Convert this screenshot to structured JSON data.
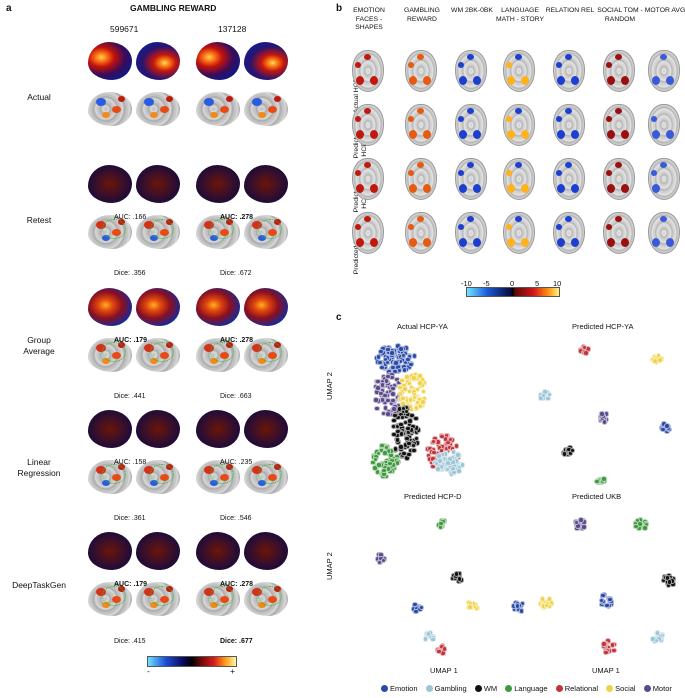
{
  "panel_a": {
    "label": "a",
    "title": "GAMBLING REWARD",
    "subjects": [
      "599671",
      "137128"
    ],
    "rows": [
      {
        "name": "Actual",
        "auc": [
          "",
          ""
        ],
        "dice": [
          "",
          ""
        ]
      },
      {
        "name": "Retest",
        "auc": [
          "AUC: .166",
          "AUC: .278"
        ],
        "dice": [
          "Dice: .356",
          "Dice: .672"
        ]
      },
      {
        "name": "Group Average",
        "auc": [
          "AUC: .179",
          "AUC: .278"
        ],
        "dice": [
          "Dice: .441",
          "Dice: .663"
        ]
      },
      {
        "name": "Linear Regression",
        "auc": [
          "AUC: .158",
          "AUC: .235"
        ],
        "dice": [
          "Dice: .361",
          "Dice: .546"
        ]
      },
      {
        "name": "DeepTaskGen",
        "auc": [
          "AUC: .179",
          "AUC: .278"
        ],
        "dice": [
          "Dice: .415",
          "Dice: .677"
        ]
      }
    ],
    "colorbar": {
      "min": "-",
      "max": "+"
    }
  },
  "panel_b": {
    "label": "b",
    "columns": [
      "EMOTION FACES - SHAPES",
      "GAMBLING REWARD",
      "WM 2BK-0BK",
      "LANGUAGE MATH - STORY",
      "RELATION REL",
      "SOCIAL TOM - RANDOM",
      "MOTOR AVG"
    ],
    "rows": [
      "Actual HCP-YA",
      "Predicted HCP-YA",
      "Predicted HCP-D",
      "Predicted UKB"
    ],
    "colorbar_ticks": [
      "-10",
      "-5",
      "0",
      "5",
      "10"
    ]
  },
  "panel_c": {
    "label": "c",
    "plots": [
      "Actual HCP-YA",
      "Predicted HCP-YA",
      "Predicted HCP-D",
      "Predicted UKB"
    ],
    "y_axis": "UMAP 2",
    "x_axis": "UMAP 1",
    "legend": [
      {
        "name": "Emotion",
        "color": "#2a4aa8"
      },
      {
        "name": "Gambling",
        "color": "#9cc6d6"
      },
      {
        "name": "WM",
        "color": "#111111"
      },
      {
        "name": "Language",
        "color": "#3f9a3f"
      },
      {
        "name": "Relational",
        "color": "#c0343c"
      },
      {
        "name": "Social",
        "color": "#f0d24a"
      },
      {
        "name": "Motor",
        "color": "#5a4a8a"
      }
    ]
  }
}
